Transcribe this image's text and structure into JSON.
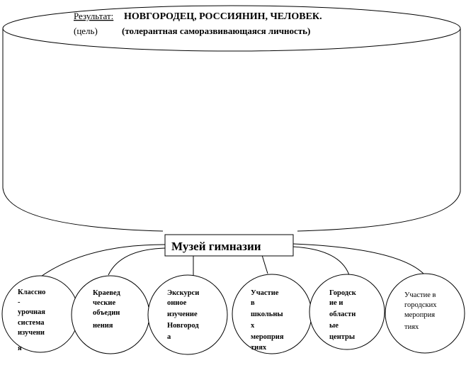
{
  "header": {
    "result_label": "Результат:",
    "result_value": "НОВГОРОДЕЦ, РОССИЯНИН, ЧЕЛОВЕК.",
    "goal_label": "(цель)",
    "goal_value": "(толерантная саморазвивающаяся личность)"
  },
  "center": {
    "label": "Музей гимназии"
  },
  "circles": [
    {
      "lines": [
        "Классно",
        "-",
        "урочная",
        "система",
        "изучени",
        "я"
      ]
    },
    {
      "lines": [
        "Краевед",
        "ческие",
        "объедин",
        "нения"
      ]
    },
    {
      "lines": [
        "Экскурси",
        "онное",
        "изучение",
        "Новгород",
        "а"
      ]
    },
    {
      "lines": [
        "Участие",
        "в",
        "школьны",
        "х",
        "мероприя",
        "тиях"
      ]
    },
    {
      "lines": [
        "Городск",
        "ие и",
        "областн",
        "ые",
        "центры"
      ]
    },
    {
      "lines": [
        "Участие в",
        "городских",
        "мероприя",
        "тиях"
      ]
    }
  ]
}
